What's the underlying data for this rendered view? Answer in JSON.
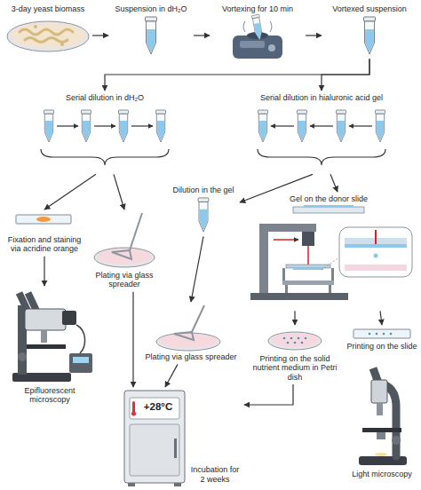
{
  "diagram": {
    "nodes": [
      {
        "text": [
          "3-day yeast biomass"
        ]
      },
      {
        "text": [
          "Suspension in dH₂O"
        ]
      },
      {
        "text": [
          "Vortexing for 10 min"
        ]
      },
      {
        "text": [
          "Vortexed suspension"
        ]
      },
      {
        "text": [
          "Serial dilution in dH₂O"
        ]
      },
      {
        "text": [
          "Serial dilution in hialuronic acid gel"
        ]
      },
      {
        "text": [
          "Dilution in the gel"
        ]
      },
      {
        "text": [
          "Fixation and staining via acridine orange"
        ]
      },
      {
        "text": [
          "Plating via glass spreader"
        ]
      },
      {
        "text": [
          "Gel on the donor slide"
        ]
      },
      {
        "text": [
          "Plating via glass spreader"
        ]
      },
      {
        "text": [
          "Printing on the solid nutrient medium in Petri dish"
        ]
      },
      {
        "text": [
          "Printing on the slide"
        ]
      },
      {
        "text": [
          "Epifluorescent microscopy"
        ]
      },
      {
        "text": [
          "Incubation for 2 weeks"
        ]
      },
      {
        "text": [
          "Light microscopy"
        ]
      }
    ],
    "edges": [
      {
        "from": 0,
        "to": 1,
        "arrow": "to"
      },
      {
        "from": 1,
        "to": 2,
        "arrow": "to"
      },
      {
        "from": 2,
        "to": 3,
        "arrow": "to"
      },
      {
        "from": 3,
        "to": 4,
        "arrow": "to"
      },
      {
        "from": 3,
        "to": 5,
        "arrow": "to"
      },
      {
        "from": 4,
        "to": 7,
        "arrow": "to"
      },
      {
        "from": 4,
        "to": 8,
        "arrow": "to"
      },
      {
        "from": 5,
        "to": 6,
        "arrow": "to"
      },
      {
        "from": 5,
        "to": 9,
        "arrow": "to"
      },
      {
        "from": 6,
        "to": 10,
        "arrow": "to"
      },
      {
        "from": 7,
        "to": 13,
        "arrow": "to"
      },
      {
        "from": 8,
        "to": 14,
        "arrow": "to"
      },
      {
        "from": 9,
        "to": 11,
        "arrow": "to"
      },
      {
        "from": 9,
        "to": 12,
        "arrow": "to"
      },
      {
        "from": 10,
        "to": 14,
        "arrow": "to"
      },
      {
        "from": 11,
        "to": 14,
        "arrow": "to"
      }
    ],
    "labels": [
      "+28°C"
    ]
  }
}
